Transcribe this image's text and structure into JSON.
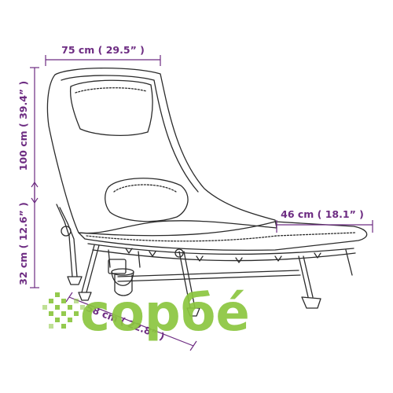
{
  "dimensions": {
    "width": "75 cm ( 29.5” )",
    "height": "100 cm ( 39.4” )",
    "seat_height": "32 cm ( 12.6” )",
    "leg_depth": "46 cm ( 18.1” )",
    "base_width": "58 cm ( 22.8” )"
  },
  "watermark": {
    "text": "сopбé"
  },
  "colors": {
    "dimension": "#6d2c82",
    "line": "#2b2b2b",
    "brand": "#8cc63f"
  },
  "icons": {
    "subject": "reclining-camping-bed",
    "logo_mark": "pixel-cube-logo"
  }
}
